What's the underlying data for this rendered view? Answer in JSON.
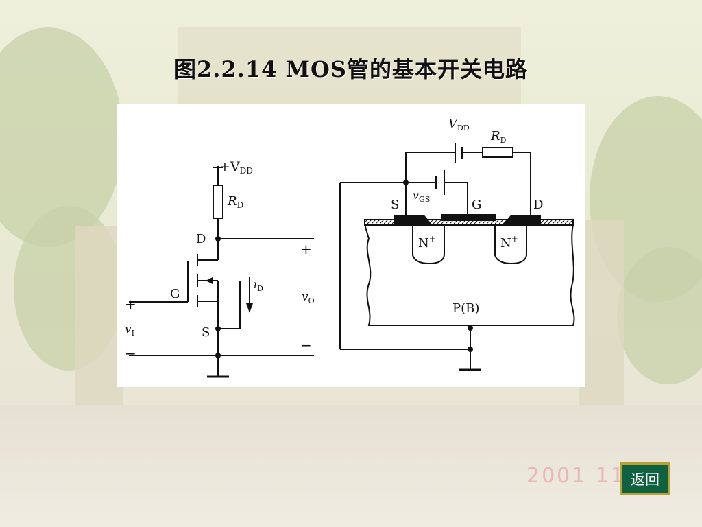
{
  "title": "图2.2.14    MOS管的基本开关电路",
  "left_circuit": {
    "vdd_label": "+V",
    "vdd_sub": "DD",
    "rd_label": "R",
    "rd_sub": "D",
    "d_label": "D",
    "g_label": "G",
    "s_label": "S",
    "id_label": "i",
    "id_sub": "D",
    "vi_label": "v",
    "vi_sub": "I",
    "vo_label": "v",
    "vo_sub": "O",
    "plus_in": "+",
    "minus_in": "−",
    "plus_out": "+",
    "minus_out": "−"
  },
  "right_circuit": {
    "vdd_label": "V",
    "vdd_sub": "DD",
    "rd_label": "R",
    "rd_sub": "D",
    "vgs_label": "v",
    "vgs_sub": "GS",
    "s_label": "S",
    "g_label": "G",
    "d_label": "D",
    "n1_label": "N",
    "n2_label": "N",
    "n_sup": "+",
    "substrate_label": "P(B)"
  },
  "footer": {
    "date": "2001  11",
    "back_button": "返回"
  }
}
